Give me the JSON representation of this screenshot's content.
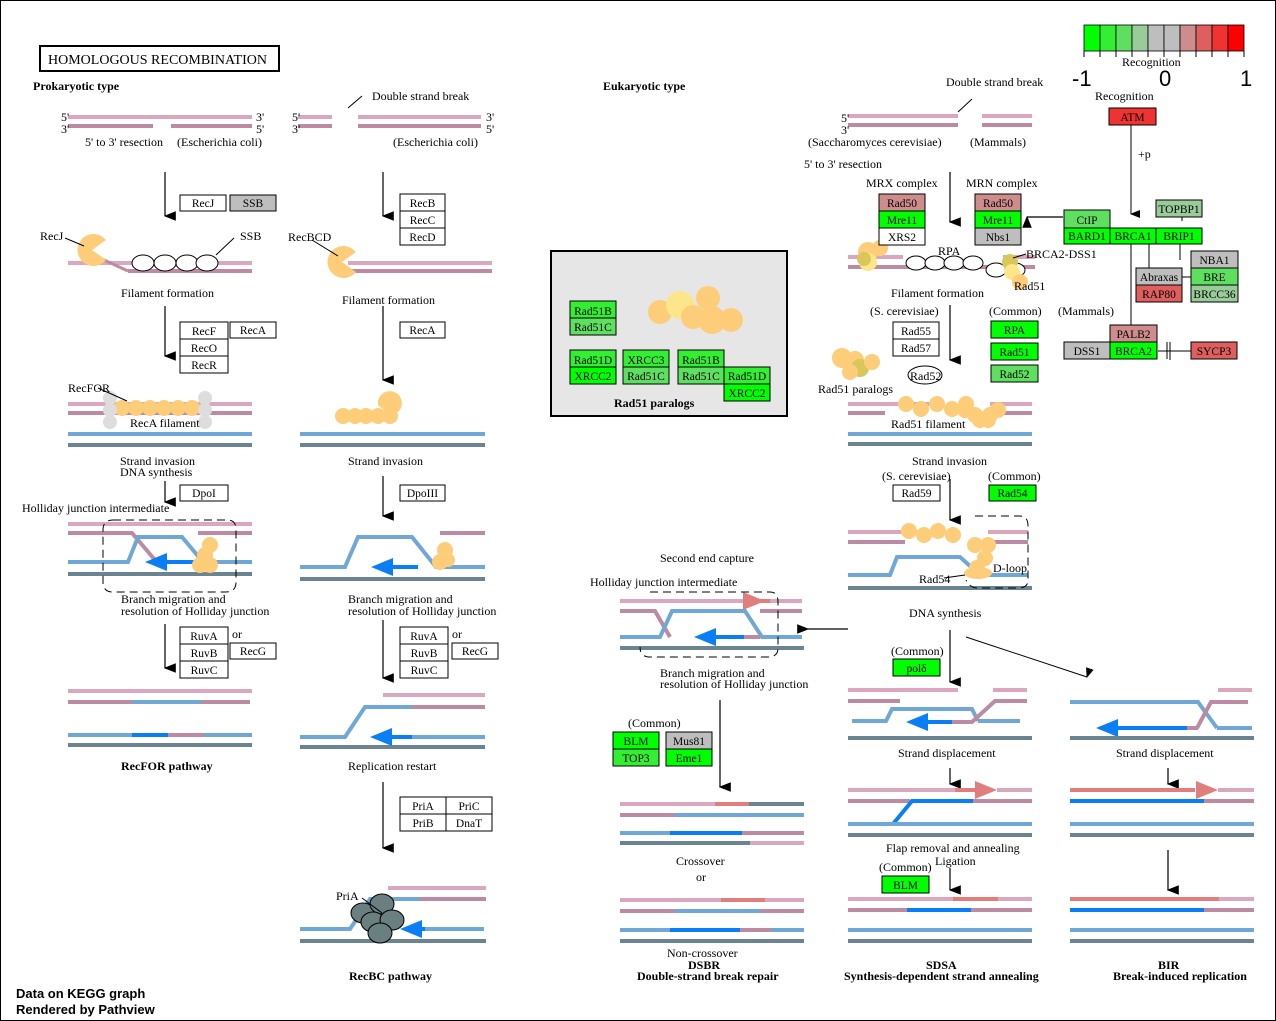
{
  "title": "HOMOLOGOUS  RECOMBINATION",
  "sections": {
    "prokaryotic": "Prokaryotic type",
    "eukaryotic": "Eukaryotic type"
  },
  "colors": {
    "green_strong": "#00ff00",
    "green_mid": "#33ee33",
    "green_light": "#5fdf5f",
    "green_pale": "#99cc99",
    "gray": "#bebebe",
    "red_pale": "#ce8c8c",
    "red_mid": "#df5f5f",
    "red_strong": "#ef3333",
    "white": "#ffffff"
  },
  "legend": {
    "title": "Recognition",
    "ticks": [
      "-1",
      "0",
      "1"
    ],
    "colors": [
      "#00ff00",
      "#33ee33",
      "#5fdf5f",
      "#99cc99",
      "#bebebe",
      "#bebebe",
      "#ce8c8c",
      "#df5f5f",
      "#ef3333",
      "#ff0000"
    ]
  },
  "labels": {
    "five_prime": "5'",
    "three_prime": "3'",
    "resection": "5' to 3' resection",
    "ecoli": "(Escherichia coli)",
    "dsb": "Double strand break",
    "recj_lbl": "RecJ",
    "ssb_lbl": "SSB",
    "recbcd_lbl": "RecBCD",
    "filament": "Filament formation",
    "recfor_lbl": "RecFOR",
    "reca_filament": "RecA filament",
    "strand_invasion_synth": [
      "Strand invasion",
      "DNA synthesis"
    ],
    "strand_invasion": "Strand invasion",
    "holliday": "Holliday junction intermediate",
    "branch": [
      "Branch migration and",
      "resolution of Holliday junction"
    ],
    "or": "or",
    "replication_restart": "Replication restart",
    "pria_lbl": "PriA",
    "recfor_pathway": "RecFOR pathway",
    "recbc_pathway": "RecBC pathway",
    "sacch": "(Saccharomyces cerevisiae)",
    "mammals": "(Mammals)",
    "mrx": "MRX complex",
    "mrn": "MRN complex",
    "rpa": "RPA",
    "brca2dss1": "BRCA2-DSS1",
    "rad51_lbl": "Rad51",
    "scerev": "(S. cerevisiae)",
    "common": "(Common)",
    "rad52_oval": "Rad52",
    "rad51_paralogs": "Rad51 paralogs",
    "rad51_filament": "Rad51 filament",
    "rad54_lbl": "Rad54",
    "dloop": "D-loop",
    "dna_synthesis": "DNA synthesis",
    "second_end": "Second end capture",
    "strand_displacement": "Strand displacement",
    "flap": "Flap removal and annealing",
    "ligation": "Ligation",
    "crossover": "Crossover",
    "noncrossover": "Non-crossover",
    "dsbr": "DSBR",
    "dsbr_full": "Double-strand break repair",
    "sdsa": "SDSA",
    "sdsa_full": "Synthesis-dependent strand annealing",
    "bir": "BIR",
    "bir_full": "Break-induced replication",
    "recognition": "Recognition",
    "plus_p": "+p",
    "footer1": "Data on KEGG graph",
    "footer2": "Rendered by Pathview"
  },
  "genes": [
    {
      "id": "RecJ",
      "label": "RecJ",
      "color": "#ffffff"
    },
    {
      "id": "SSB",
      "label": "SSB",
      "color": "#bebebe"
    },
    {
      "id": "RecB",
      "label": "RecB",
      "color": "#ffffff"
    },
    {
      "id": "RecC",
      "label": "RecC",
      "color": "#ffffff"
    },
    {
      "id": "RecD",
      "label": "RecD",
      "color": "#ffffff"
    },
    {
      "id": "RecF",
      "label": "RecF",
      "color": "#ffffff"
    },
    {
      "id": "RecO",
      "label": "RecO",
      "color": "#ffffff"
    },
    {
      "id": "RecR",
      "label": "RecR",
      "color": "#ffffff"
    },
    {
      "id": "RecA1",
      "label": "RecA",
      "color": "#ffffff"
    },
    {
      "id": "RecA2",
      "label": "RecA",
      "color": "#ffffff"
    },
    {
      "id": "DpoI",
      "label": "DpoI",
      "color": "#ffffff"
    },
    {
      "id": "DpoIII",
      "label": "DpoIII",
      "color": "#ffffff"
    },
    {
      "id": "RuvA1",
      "label": "RuvA",
      "color": "#ffffff"
    },
    {
      "id": "RuvB1",
      "label": "RuvB",
      "color": "#ffffff"
    },
    {
      "id": "RuvC1",
      "label": "RuvC",
      "color": "#ffffff"
    },
    {
      "id": "RecG1",
      "label": "RecG",
      "color": "#ffffff"
    },
    {
      "id": "RuvA2",
      "label": "RuvA",
      "color": "#ffffff"
    },
    {
      "id": "RuvB2",
      "label": "RuvB",
      "color": "#ffffff"
    },
    {
      "id": "RuvC2",
      "label": "RuvC",
      "color": "#ffffff"
    },
    {
      "id": "RecG2",
      "label": "RecG",
      "color": "#ffffff"
    },
    {
      "id": "PriA",
      "label": "PriA",
      "color": "#ffffff"
    },
    {
      "id": "PriC",
      "label": "PriC",
      "color": "#ffffff"
    },
    {
      "id": "PriB",
      "label": "PriB",
      "color": "#ffffff"
    },
    {
      "id": "DnaT",
      "label": "DnaT",
      "color": "#ffffff"
    },
    {
      "id": "Rad51B_a",
      "label": "Rad51B",
      "color": "#33ee33"
    },
    {
      "id": "Rad51C_a",
      "label": "Rad51C",
      "color": "#5fdf5f"
    },
    {
      "id": "Rad51D_a",
      "label": "Rad51D",
      "color": "#33ee33"
    },
    {
      "id": "XRCC2_a",
      "label": "XRCC2",
      "color": "#00ff00"
    },
    {
      "id": "XRCC3",
      "label": "XRCC3",
      "color": "#33ee33"
    },
    {
      "id": "Rad51C_b",
      "label": "Rad51C",
      "color": "#5fdf5f"
    },
    {
      "id": "Rad51B_b",
      "label": "Rad51B",
      "color": "#33ee33"
    },
    {
      "id": "Rad51C_c",
      "label": "Rad51C",
      "color": "#5fdf5f"
    },
    {
      "id": "Rad51D_b",
      "label": "Rad51D",
      "color": "#33ee33"
    },
    {
      "id": "XRCC2_b",
      "label": "XRCC2",
      "color": "#00ff00"
    },
    {
      "id": "Rad50_x",
      "label": "Rad50",
      "color": "#ce8c8c"
    },
    {
      "id": "Mre11_x",
      "label": "Mre11",
      "color": "#00ff00"
    },
    {
      "id": "XRS2",
      "label": "XRS2",
      "color": "#ffffff"
    },
    {
      "id": "Rad50_n",
      "label": "Rad50",
      "color": "#ce8c8c"
    },
    {
      "id": "Mre11_n",
      "label": "Mre11",
      "color": "#00ff00"
    },
    {
      "id": "Nbs1",
      "label": "Nbs1",
      "color": "#bebebe"
    },
    {
      "id": "CtIP",
      "label": "CtIP",
      "color": "#5fdf5f"
    },
    {
      "id": "BARD1",
      "label": "BARD1",
      "color": "#00ff00"
    },
    {
      "id": "BRCA1",
      "label": "BRCA1",
      "color": "#00ff00"
    },
    {
      "id": "BRIP1",
      "label": "BRIP1",
      "color": "#00ff00"
    },
    {
      "id": "TOPBP1",
      "label": "TOPBP1",
      "color": "#99cc99"
    },
    {
      "id": "ATM",
      "label": "ATM",
      "color": "#ef3333"
    },
    {
      "id": "NBA1",
      "label": "NBA1",
      "color": "#bebebe"
    },
    {
      "id": "BRE",
      "label": "BRE",
      "color": "#5fdf5f"
    },
    {
      "id": "BRCC36",
      "label": "BRCC36",
      "color": "#99cc99"
    },
    {
      "id": "Abraxas",
      "label": "Abraxas",
      "color": "#bebebe"
    },
    {
      "id": "RAP80",
      "label": "RAP80",
      "color": "#df5f5f"
    },
    {
      "id": "PALB2",
      "label": "PALB2",
      "color": "#ce8c8c"
    },
    {
      "id": "DSS1",
      "label": "DSS1",
      "color": "#bebebe"
    },
    {
      "id": "BRCA2",
      "label": "BRCA2",
      "color": "#00ff00"
    },
    {
      "id": "SYCP3",
      "label": "SYCP3",
      "color": "#df5f5f"
    },
    {
      "id": "Rad55",
      "label": "Rad55",
      "color": "#ffffff"
    },
    {
      "id": "Rad57",
      "label": "Rad57",
      "color": "#ffffff"
    },
    {
      "id": "RPA",
      "label": "RPA",
      "color": "#00ff00"
    },
    {
      "id": "Rad51",
      "label": "Rad51",
      "color": "#00ff00"
    },
    {
      "id": "Rad52",
      "label": "Rad52",
      "color": "#5fdf5f"
    },
    {
      "id": "Rad59",
      "label": "Rad59",
      "color": "#ffffff"
    },
    {
      "id": "Rad54",
      "label": "Rad54",
      "color": "#00ff00"
    },
    {
      "id": "poldelta",
      "label": "polδ",
      "color": "#00ff00"
    },
    {
      "id": "BLM_a",
      "label": "BLM",
      "color": "#00ff00"
    },
    {
      "id": "TOP3",
      "label": "TOP3",
      "color": "#33ee33"
    },
    {
      "id": "Mus81",
      "label": "Mus81",
      "color": "#bebebe"
    },
    {
      "id": "Eme1",
      "label": "Eme1",
      "color": "#00ff00"
    },
    {
      "id": "BLM_b",
      "label": "BLM",
      "color": "#00ff00"
    }
  ]
}
